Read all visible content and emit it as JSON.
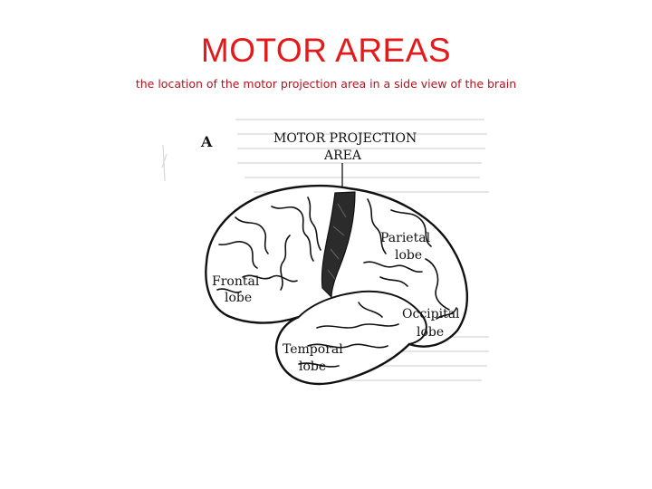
{
  "slide": {
    "title": "MOTOR AREAS",
    "subtitle": "the location of the  motor projection area in a side  view of the  brain"
  },
  "diagram": {
    "panel_letter": "A",
    "area_label_line1": "MOTOR PROJECTION",
    "area_label_line2": "AREA",
    "labels": {
      "frontal_1": "Frontal",
      "frontal_2": "lobe",
      "parietal_1": "Parietal",
      "parietal_2": "lobe",
      "occipital_1": "Occipital",
      "occipital_2": "lobe",
      "temporal_1": "Temporal",
      "temporal_2": "lobe"
    },
    "colors": {
      "title": "#e41a1a",
      "subtitle": "#b5121b",
      "motor_area": "#2b2b2b",
      "outline": "#111111"
    }
  }
}
